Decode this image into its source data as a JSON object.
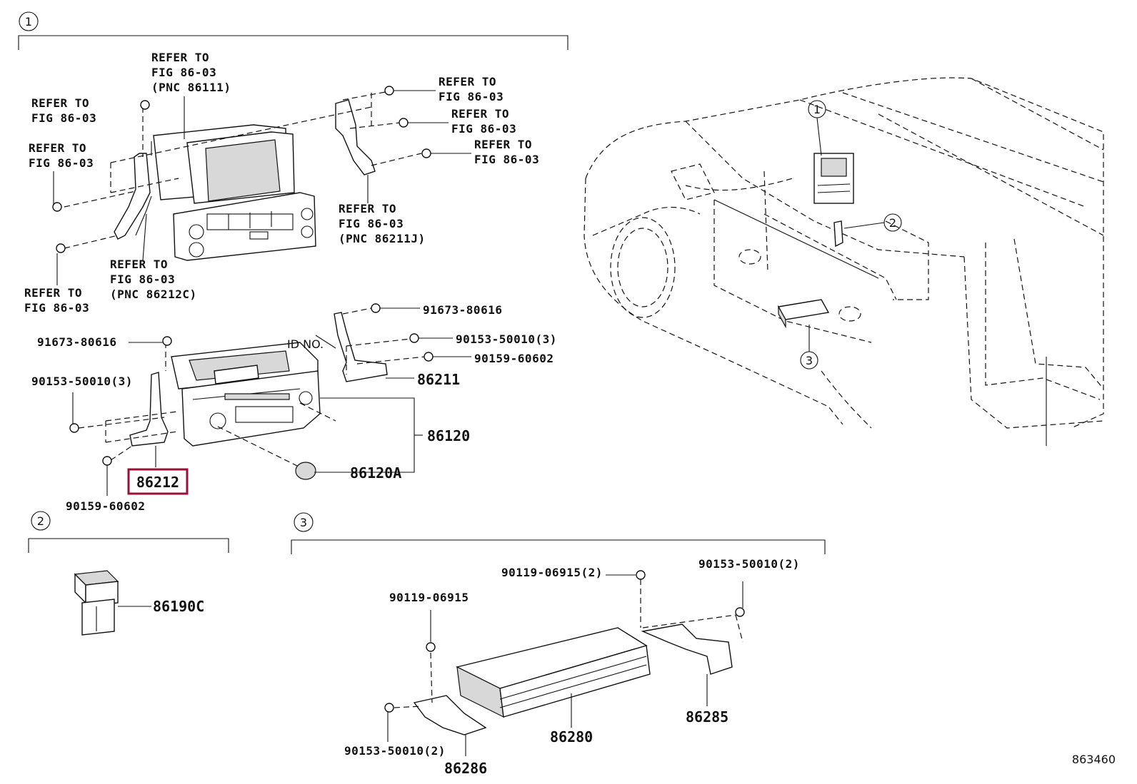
{
  "sections": [
    {
      "id": "1"
    },
    {
      "id": "2"
    },
    {
      "id": "3"
    }
  ],
  "refer_labels": [
    {
      "lines": [
        "REFER TO",
        "FIG 86-03",
        "(PNC 86111)"
      ]
    },
    {
      "lines": [
        "REFER TO",
        "FIG 86-03"
      ]
    },
    {
      "lines": [
        "REFER TO",
        "FIG 86-03"
      ]
    },
    {
      "lines": [
        "REFER TO",
        "FIG 86-03"
      ]
    },
    {
      "lines": [
        "REFER TO",
        "FIG 86-03"
      ]
    },
    {
      "lines": [
        "REFER TO",
        "FIG 86-03"
      ]
    },
    {
      "lines": [
        "REFER TO",
        "FIG 86-03",
        "(PNC 86211J)"
      ]
    },
    {
      "lines": [
        "REFER TO",
        "FIG 86-03",
        "(PNC 86212C)"
      ]
    },
    {
      "lines": [
        "REFER TO",
        "FIG 86-03"
      ]
    }
  ],
  "part_numbers": {
    "p91673a": "91673-80616",
    "p91673b": "91673-80616",
    "p90153a": "90153-50010(3)",
    "p90153b": "90153-50010(3)",
    "p90159a": "90159-60602",
    "p90159b": "90159-60602",
    "id_no": "ID NO.",
    "p86211": "86211",
    "p86120": "86120",
    "p86120A": "86120A",
    "p86212": "86212",
    "p86190C": "86190C",
    "p90119a": "90119-06915(2)",
    "p90119b": "90119-06915",
    "p90153c": "90153-50010(2)",
    "p90153d": "90153-50010(2)",
    "p86280": "86280",
    "p86285": "86285",
    "p86286": "86286"
  },
  "highlighted_part": "86212",
  "highlight_color": "#9b0f35",
  "vehicle_callouts": [
    "1",
    "2",
    "3"
  ],
  "figure_code": "863460"
}
